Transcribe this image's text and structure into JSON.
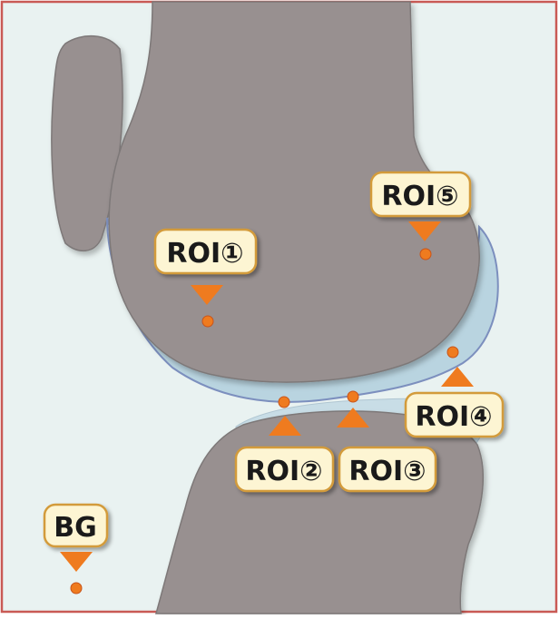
{
  "diagram": {
    "colors": {
      "background": "#e9f2f1",
      "frame": "#c95a55",
      "bone": "#989090",
      "bone_stroke": "#7d7878",
      "cartilage": "#b9d4e0",
      "cartilage_stroke": "#7c8fbe",
      "marker": "#ef7b1f",
      "label_fill": "#fdf5d3",
      "label_stroke": "#d39b3a"
    },
    "labels": {
      "roi1": "ROI①",
      "roi2": "ROI②",
      "roi3": "ROI③",
      "roi4": "ROI④",
      "roi5": "ROI⑤",
      "bg": "BG"
    }
  }
}
